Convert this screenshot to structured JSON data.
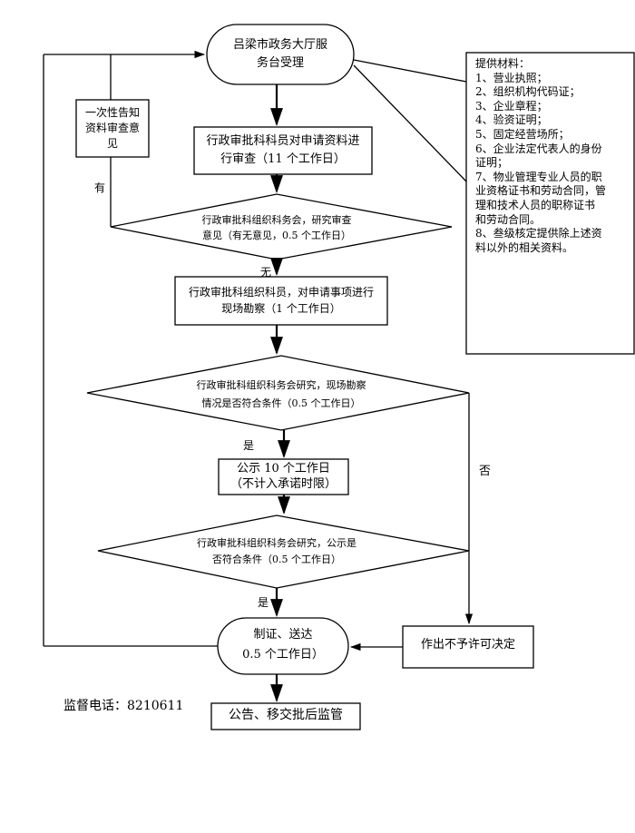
{
  "flow": {
    "start": {
      "line1": "吕梁市政务大厅服",
      "line2": "务台受理"
    },
    "step1": {
      "line1": "行政审批科科员对申请资料进",
      "line2": "行审查（11 个工作日）"
    },
    "decision1": {
      "line1": "行政审批科组织科务会，研究审查",
      "line2": "意见（有无意见，0.5 个工作日）"
    },
    "step2": {
      "line1": "行政审批科组织科员，对申请事项进行",
      "line2": "现场勘察（1 个工作日）"
    },
    "decision2": {
      "line1": "行政审批科组织科务会研究，现场勘察",
      "line2": "情况是否符合条件（0.5 个工作日）"
    },
    "step3": {
      "line1": "公示 10 个工作日",
      "line2": "（不计入承诺时限）"
    },
    "decision3": {
      "line1": "行政审批科组织科务会研究，公示是",
      "line2": "否符合条件（0.5 个工作日）"
    },
    "end": {
      "line1": "制证、送达",
      "line2": "0.5 个工作日）"
    },
    "reject": "作出不予许可决定",
    "final": "公告、移交批后监管",
    "notify": {
      "line1": "一次性告知",
      "line2": "资料审查意",
      "line3": "见"
    }
  },
  "labels": {
    "you": "有",
    "wu": "无",
    "shi1": "是",
    "shi2": "是",
    "fou": "否"
  },
  "materials": {
    "title": "提供材料：",
    "lines": [
      "1、营业执照；",
      "2、组织机构代码证；",
      "3、企业章程；",
      "4、验资证明；",
      "5、固定经营场所；",
      "6、企业法定代表人的身份",
      "证明；",
      "7、物业管理专业人员的职",
      "业资格证书和劳动合同，管",
      "理和技术人员的职称证书",
      "和劳动合同。",
      "8、叁级核定提供除上述资",
      "料以外的相关资料。"
    ]
  },
  "hotline": "监督电话：8210611"
}
